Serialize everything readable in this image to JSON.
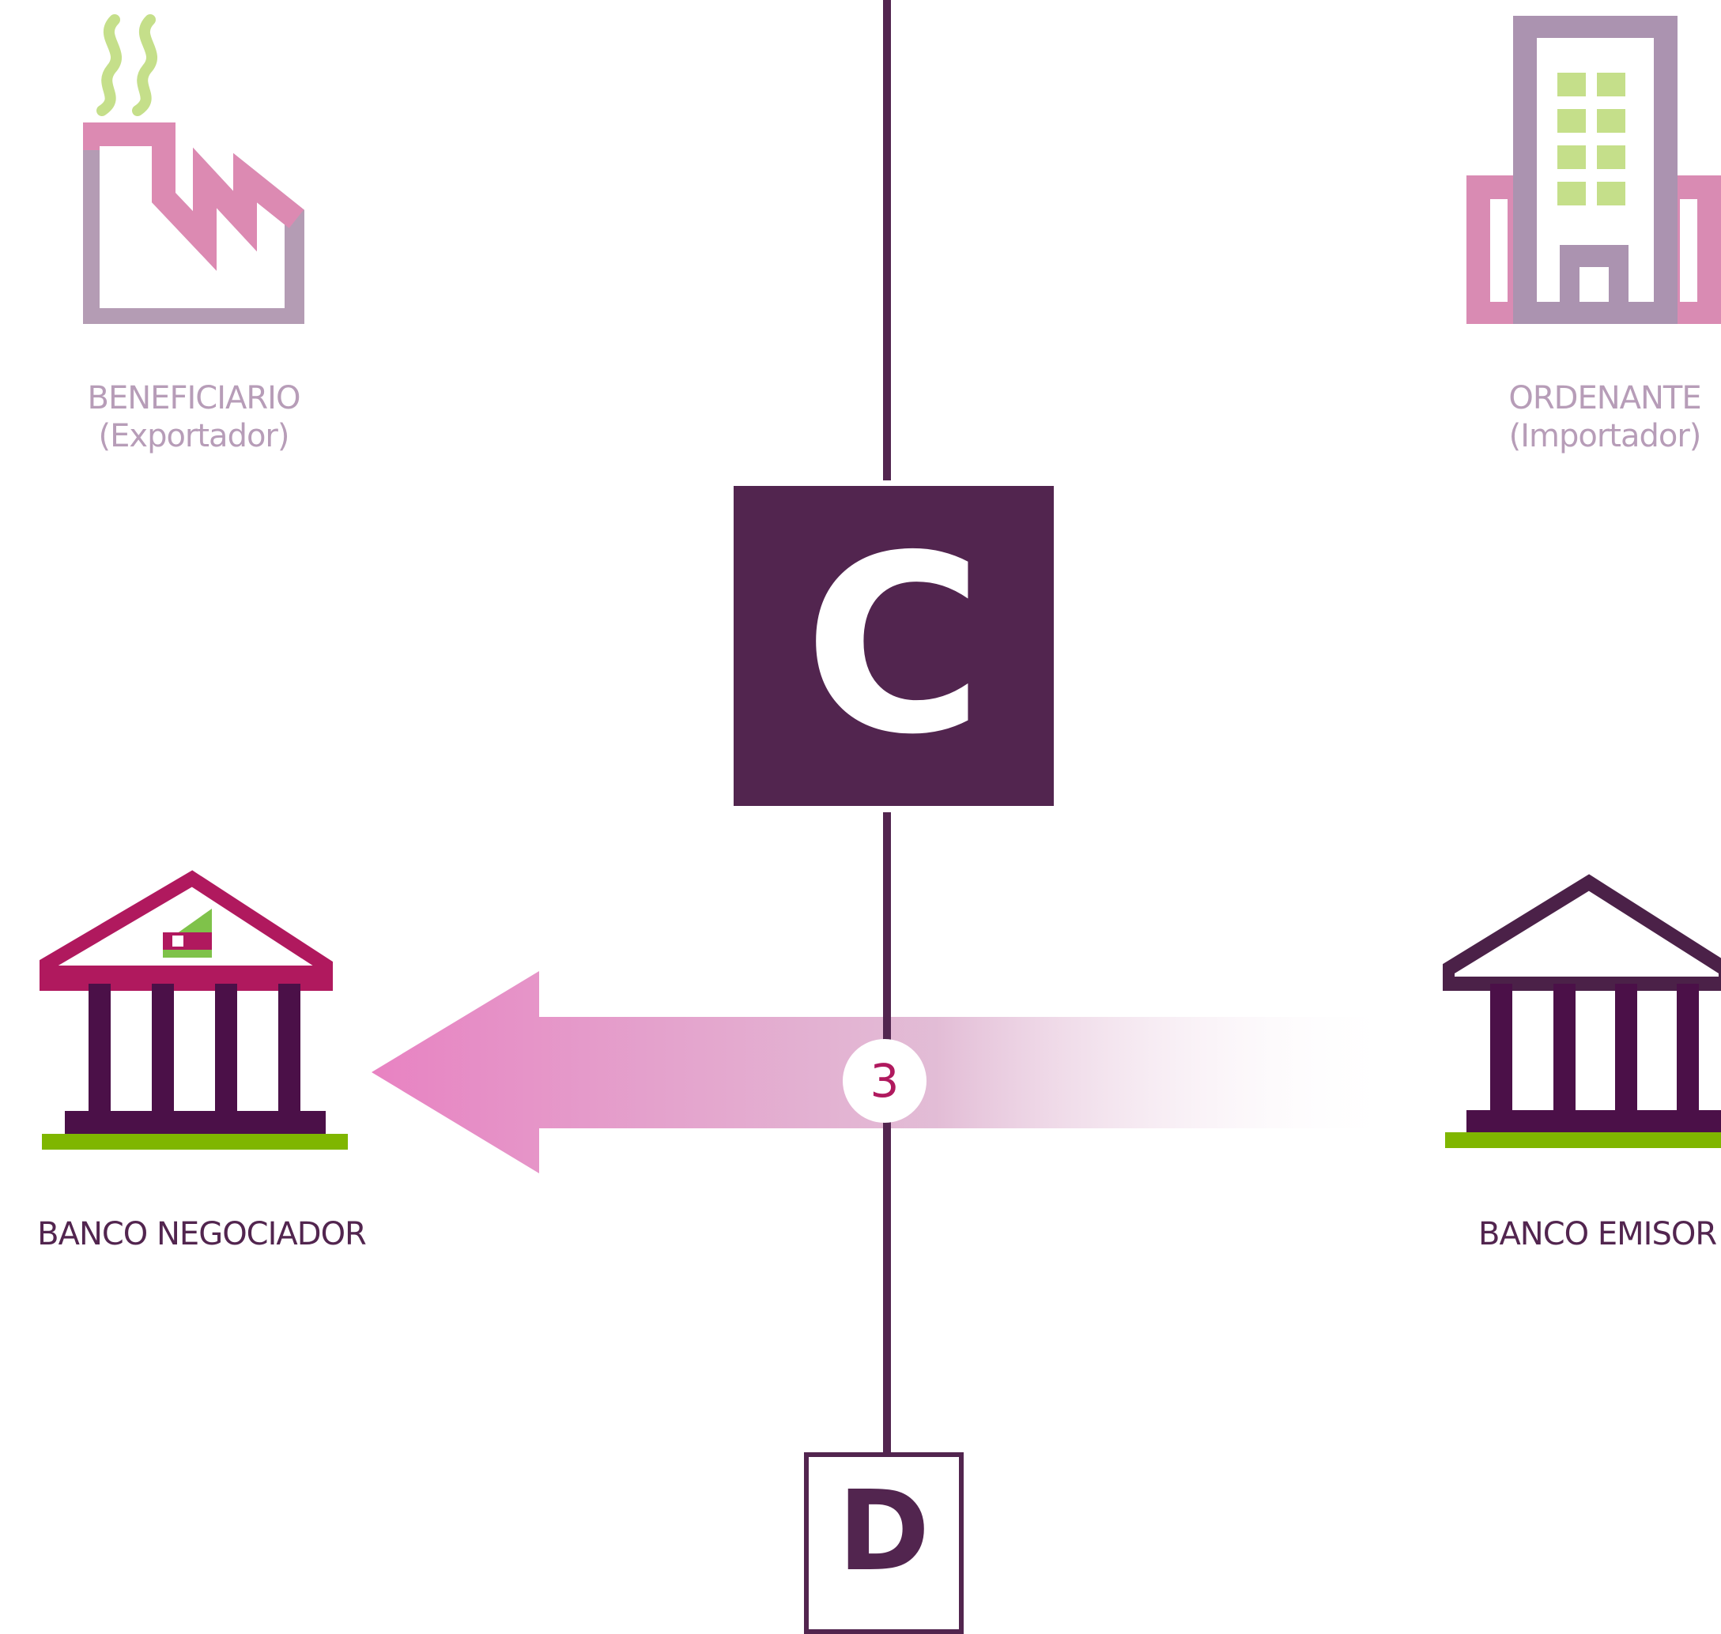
{
  "parties": {
    "beneficiario": {
      "role": "BENEFICIARIO",
      "detail": "(Exportador)",
      "icon": "factory-icon"
    },
    "ordenante": {
      "role": "ORDENANTE",
      "detail": "(Importador)",
      "icon": "office-building-icon"
    },
    "banco_negociador": {
      "label": "BANCO NEGOCIADOR",
      "icon": "bank-icon"
    },
    "banco_emisor": {
      "label": "BANCO EMISOR",
      "icon": "bank-icon"
    }
  },
  "flow": {
    "step": "3",
    "direction": "right-to-left"
  },
  "stages": {
    "current": "C",
    "next": "D"
  },
  "colors": {
    "dark_purple": "#52254f",
    "magenta": "#b0195e",
    "pink": "#e882c2",
    "lilac": "#b79db8",
    "lime": "#7fb600",
    "light_lime": "#c5df8a"
  }
}
